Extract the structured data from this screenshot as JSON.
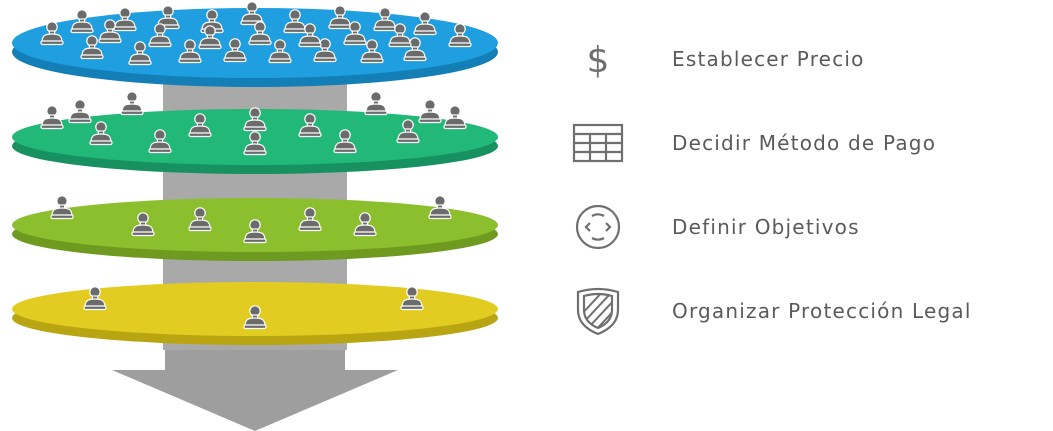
{
  "colors": {
    "shaft": "#a9a9a9",
    "arrow": "#9e9e9e",
    "person": "#6b6b6b",
    "icon_stroke": "#6f6f6f",
    "text": "#5a5a5a"
  },
  "layers": [
    {
      "color": "#1f9fe0",
      "edge": "#137fb6",
      "people_count": 26
    },
    {
      "color": "#22b877",
      "edge": "#179160",
      "people_count": 14
    },
    {
      "color": "#8cbf2e",
      "edge": "#6e9a1f",
      "people_count": 7
    },
    {
      "color": "#e2cc22",
      "edge": "#b8a511",
      "people_count": 3
    }
  ],
  "legend": [
    {
      "icon": "dollar-sign-icon",
      "label": "Establecer Precio"
    },
    {
      "icon": "table-grid-icon",
      "label": "Decidir Método de Pago"
    },
    {
      "icon": "target-circle-icon",
      "label": "Definir Objetivos"
    },
    {
      "icon": "shield-icon",
      "label": "Organizar Protección Legal"
    }
  ]
}
